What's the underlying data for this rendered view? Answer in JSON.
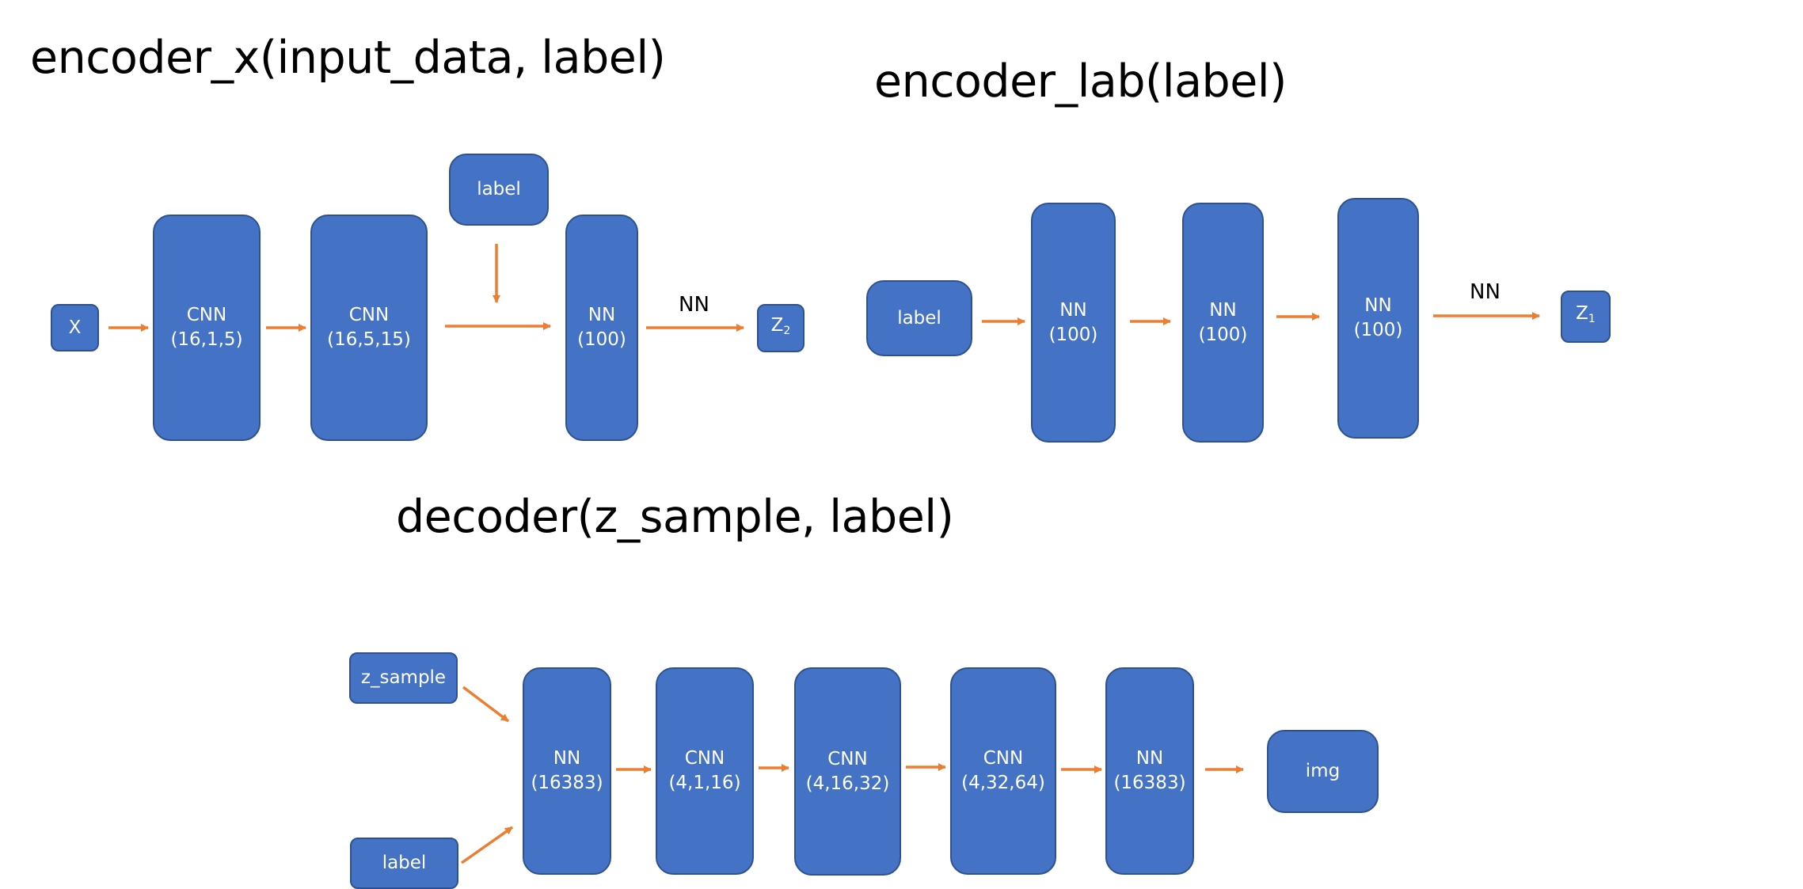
{
  "titles": {
    "encoder_x": "encoder_x(input_data, label)",
    "encoder_lab": "encoder_lab(label)",
    "decoder": "decoder(z_sample, label)"
  },
  "encoder_x": {
    "input_x": "X",
    "cnn1": {
      "name": "CNN",
      "params": "(16,1,5)"
    },
    "cnn2": {
      "name": "CNN",
      "params": "(16,5,15)"
    },
    "label": "label",
    "nn": {
      "name": "NN",
      "params": "(100)"
    },
    "arrow_label": "NN",
    "output": {
      "main": "Z",
      "sub": "2"
    }
  },
  "encoder_lab": {
    "input_label": "label",
    "nn1": {
      "name": "NN",
      "params": "(100)"
    },
    "nn2": {
      "name": "NN",
      "params": "(100)"
    },
    "nn3": {
      "name": "NN",
      "params": "(100)"
    },
    "arrow_label": "NN",
    "output": {
      "main": "Z",
      "sub": "1"
    }
  },
  "decoder": {
    "z_sample": "z_sample",
    "label": "label",
    "nn1": {
      "name": "NN",
      "params": "(16383)"
    },
    "cnn1": {
      "name": "CNN",
      "params": "(4,1,16)"
    },
    "cnn2": {
      "name": "CNN",
      "params": "(4,16,32)"
    },
    "cnn3": {
      "name": "CNN",
      "params": "(4,32,64)"
    },
    "nn2": {
      "name": "NN",
      "params": "(16383)"
    },
    "output": "img"
  },
  "colors": {
    "box_fill": "#4472c4",
    "box_border": "#2f528f",
    "arrow": "#ed7d31",
    "text_on_box": "#ffffff"
  }
}
